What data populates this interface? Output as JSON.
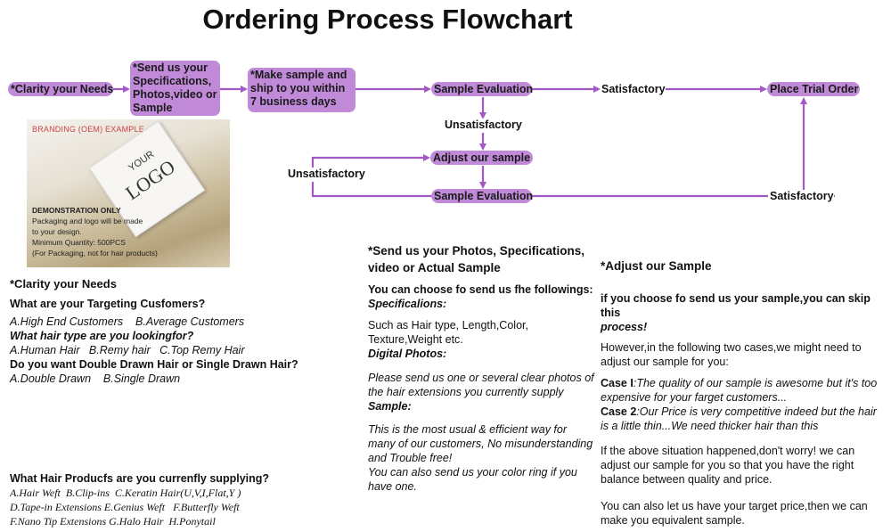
{
  "title": "Ordering Process Flowchart",
  "flow": {
    "nodes": {
      "clarity": "*Clarity your Needs",
      "send": "*Send us your Specifications, Photos,video or Sample",
      "make": "*Make sample and ship to you within 7 business days",
      "eval1": "Sample Evaluation",
      "trial": "Place Trial Order",
      "adjust": "Adjust our sample",
      "eval2": "Sample Evaluation"
    },
    "edges": {
      "satisfactory_top": "Satisfactory",
      "unsatisfactory_down": "Unsatisfactory",
      "unsatisfactory_loop": "Unsatisfactory",
      "satisfactory_bottom": "Satisfactory"
    },
    "colors": {
      "node_fill": "#c18ad8",
      "arrow": "#a259c6"
    }
  },
  "photo": {
    "header": "BRANDING (OEM) EXAMPLE",
    "card_small": "YOUR",
    "card_large": "LOGO",
    "lines": [
      "DEMONSTRATION ONLY",
      "Packaging and logo will be made",
      "to your design.",
      "Minimum Quantity: 500PCS",
      "(For Packaging, not for hair products)"
    ]
  },
  "clarity": {
    "heading": "*Clarity your Needs",
    "q1": "What are your Targeting Cusfomers?",
    "a1": "A.High End Customers    B.Average Customers",
    "q2": "What hair type are you lookingfor?",
    "a2": "A.Human Hair   B.Remy hair   C.Top Remy Hair",
    "q3": "Do you want Double Drawn Hair or Single Drawn Hair?",
    "a3": "A.Double Drawn    B.Single Drawn",
    "q4": "What Hair Producfs are you currenfly supplying?",
    "a4_1": "A.Hair Weft  B.Clip-ins  C.Keratin Hair(U,V,I,Flat,Y )",
    "a4_2": "D.Tape-in Extensions E.Genius Weft   F.Butterfly Weft",
    "a4_3": "F.Nano Tip Extensions G.Halo Hair  H.Ponytail"
  },
  "send": {
    "heading": "*Send us your Photos, Specifications, video or Actual Sample",
    "intro": "You can choose fo send us fhe followings:",
    "spec_label": "Specificalions:",
    "spec_text": "Such as Hair type, Length,Color, Texture,Weight etc.",
    "photo_label": "Digital Photos:",
    "photo_text": "Please send us one or several clear photos of the hair extensions you  currently supply",
    "sample_label": "Sample:",
    "sample_text": "This is the most usual & efficient way for many of our customers, No misunderstanding and Trouble free!",
    "ring_text": "You can also send us your color ring if you have one."
  },
  "adjust": {
    "heading": "*Adjust our Sample",
    "skip_1": "if you choose fo send us your sample,you can skip this",
    "skip_2": "process!",
    "however": "However,in the following two cases,we might need to adjust our sample for you:",
    "case1_label": "Case I",
    "case1_text": ":The quality of our sample is awesome but it's too expensive for your farget customers...",
    "case2_label": "Case 2",
    "case2_text": ":Our Price is very competitive indeed but the hair is a little thin...We need thicker hair than this",
    "worry": "If the above situation happened,don't worry! we can adjust our sample for you so that you have the right balance between quality and price.",
    "target": "You can also let us have your target price,then we can make you equivalent sample."
  }
}
